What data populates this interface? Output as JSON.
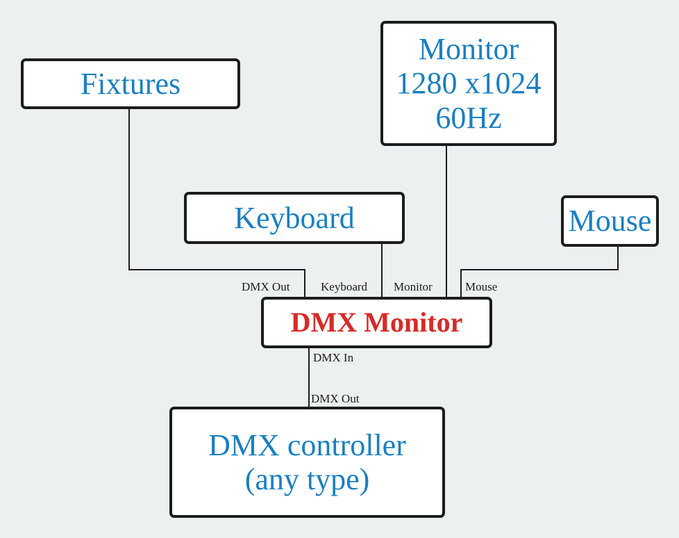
{
  "devices": {
    "fixtures": "Fixtures",
    "monitor": [
      "Monitor",
      "1280 x1024",
      "60Hz"
    ],
    "keyboard": "Keyboard",
    "mouse": "Mouse",
    "dmx_monitor": "DMX Monitor",
    "dmx_controller": [
      "DMX controller",
      "(any type)"
    ]
  },
  "ports": {
    "dmx_out": "DMX Out",
    "keyboard": "Keyboard",
    "monitor": "Monitor",
    "mouse": "Mouse",
    "dmx_in": "DMX In",
    "controller_dmx_out": "DMX Out"
  },
  "colors": {
    "background": "#ecf0f1",
    "device_text": "#1a7fc0",
    "hub_text": "#d62b27",
    "line": "#1c1c1c"
  }
}
